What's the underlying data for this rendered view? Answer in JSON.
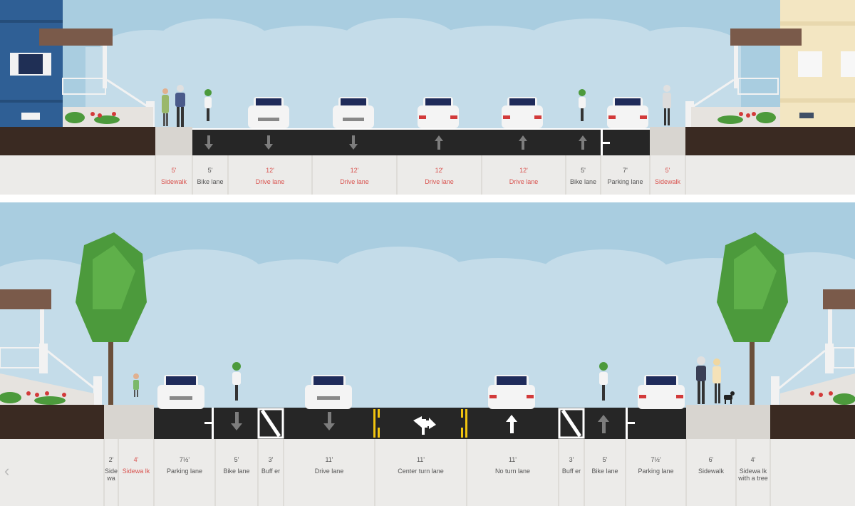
{
  "sections": [
    {
      "id": "current",
      "segments": [
        {
          "width": "5'",
          "name": "Sidewalk",
          "highlight": true
        },
        {
          "width": "5'",
          "name": "Bike lane",
          "highlight": false
        },
        {
          "width": "12'",
          "name": "Drive lane",
          "highlight": true
        },
        {
          "width": "12'",
          "name": "Drive lane",
          "highlight": true
        },
        {
          "width": "12'",
          "name": "Drive lane",
          "highlight": true
        },
        {
          "width": "12'",
          "name": "Drive lane",
          "highlight": true
        },
        {
          "width": "5'",
          "name": "Bike lane",
          "highlight": false
        },
        {
          "width": "7'",
          "name": "Parking lane",
          "highlight": false
        },
        {
          "width": "5'",
          "name": "Sidewalk",
          "highlight": true
        }
      ]
    },
    {
      "id": "proposed",
      "segments": [
        {
          "width": "2'",
          "name": "Side wa",
          "highlight": false
        },
        {
          "width": "4'",
          "name": "Sidewa lk",
          "highlight": true
        },
        {
          "width": "7½'",
          "name": "Parking lane",
          "highlight": false
        },
        {
          "width": "5'",
          "name": "Bike lane",
          "highlight": false
        },
        {
          "width": "3'",
          "name": "Buff er",
          "highlight": false
        },
        {
          "width": "11'",
          "name": "Drive lane",
          "highlight": false
        },
        {
          "width": "11'",
          "name": "Center turn lane",
          "highlight": false
        },
        {
          "width": "11'",
          "name": "No turn lane",
          "highlight": false
        },
        {
          "width": "3'",
          "name": "Buff er",
          "highlight": false
        },
        {
          "width": "5'",
          "name": "Bike lane",
          "highlight": false
        },
        {
          "width": "7½'",
          "name": "Parking lane",
          "highlight": false
        },
        {
          "width": "6'",
          "name": "Sidewalk",
          "highlight": false
        },
        {
          "width": "4'",
          "name": "Sidewa lk with a tree",
          "highlight": false
        }
      ]
    }
  ],
  "nav": {
    "prev_icon": "‹"
  },
  "colors": {
    "sky": "#a9cde0",
    "cloud": "#c4dce9",
    "asphalt": "#262626",
    "curb": "#d8d5d0",
    "ground": "#ecebe9",
    "soil": "#3a2a22",
    "highlight_text": "#d9534f",
    "tree": "#4c9a3c",
    "house_blue": "#2f5f95",
    "house_beige": "#f3e6c2"
  }
}
